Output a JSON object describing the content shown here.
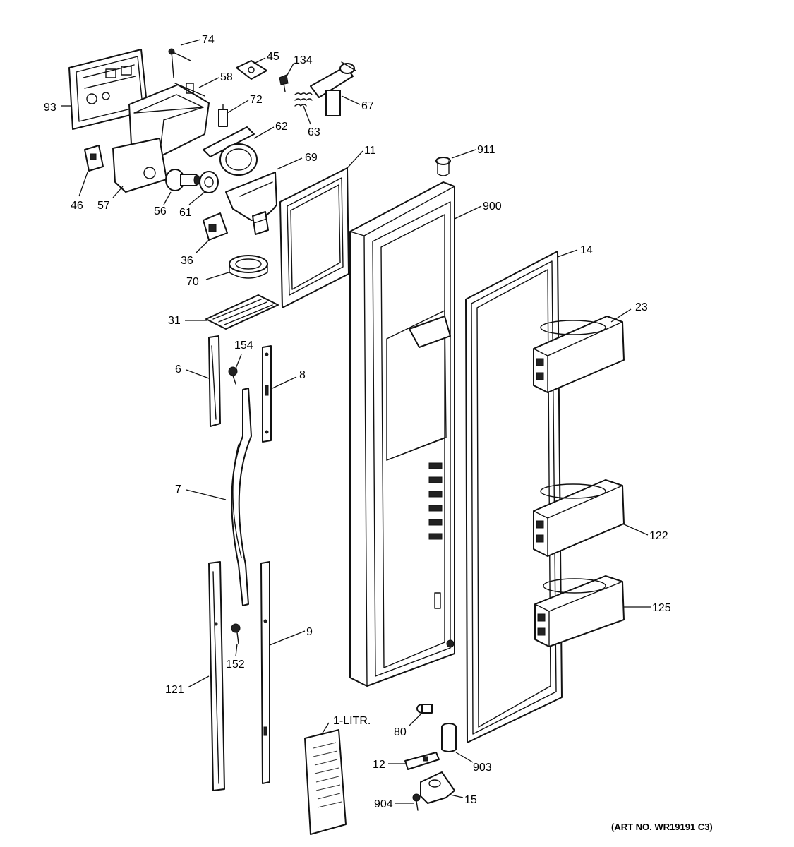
{
  "labels": {
    "p74": "74",
    "p45": "45",
    "p134": "134",
    "p93": "93",
    "p58": "58",
    "p72": "72",
    "p67": "67",
    "p63": "63",
    "p62": "62",
    "p911": "911",
    "p11": "11",
    "p69": "69",
    "p46": "46",
    "p57": "57",
    "p56": "56",
    "p61": "61",
    "p900": "900",
    "p36": "36",
    "p14": "14",
    "p70": "70",
    "p23": "23",
    "p31": "31",
    "p154": "154",
    "p6": "6",
    "p8": "8",
    "p7": "7",
    "p122": "122",
    "p125": "125",
    "p9": "9",
    "p152": "152",
    "p121": "121",
    "p1litr": "1-LITR.",
    "p80": "80",
    "p903": "903",
    "p12": "12",
    "p904": "904",
    "p15": "15"
  },
  "art_number": "(ART NO. WR19191 C3)"
}
